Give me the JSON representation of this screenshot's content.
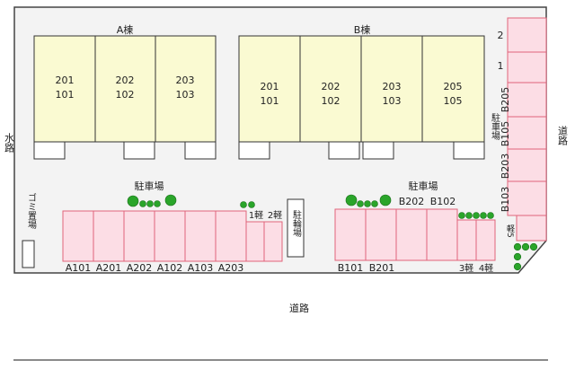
{
  "buildings": {
    "a": {
      "name": "A棟",
      "units": [
        {
          "upper": "201",
          "lower": "101"
        },
        {
          "upper": "202",
          "lower": "102"
        },
        {
          "upper": "203",
          "lower": "103"
        }
      ]
    },
    "b": {
      "name": "B棟",
      "units": [
        {
          "upper": "201",
          "lower": "101"
        },
        {
          "upper": "202",
          "lower": "102"
        },
        {
          "upper": "203",
          "lower": "103"
        },
        {
          "upper": "205",
          "lower": "105"
        }
      ]
    }
  },
  "parking": {
    "label_left": "駐車場",
    "label_right": "駐車場",
    "label_east": "駐車場",
    "left_row": [
      "A101",
      "A201",
      "A202",
      "A102",
      "A103",
      "A203"
    ],
    "left_kei": [
      "1軽",
      "2軽"
    ],
    "right_top": [
      "B202",
      "B102"
    ],
    "right_bottom": [
      "B101",
      "B201"
    ],
    "right_kei": [
      "3軽",
      "4軽"
    ],
    "east_top": [
      "2",
      "1"
    ],
    "east_side": [
      "B205",
      "B105",
      "B203",
      "B103"
    ],
    "east_kei": "軽5"
  },
  "facilities": {
    "bike": "駐輪場",
    "garbage": "ゴミ置場"
  },
  "roads": {
    "west": "水路",
    "east": "道路",
    "south": "道路"
  },
  "colors": {
    "building_fill": "#fafad2",
    "parking_fill": "#fcdde5",
    "parking_stroke": "#e0647a",
    "tree": "#2aa52a",
    "site_fill": "#f3f3f3"
  }
}
